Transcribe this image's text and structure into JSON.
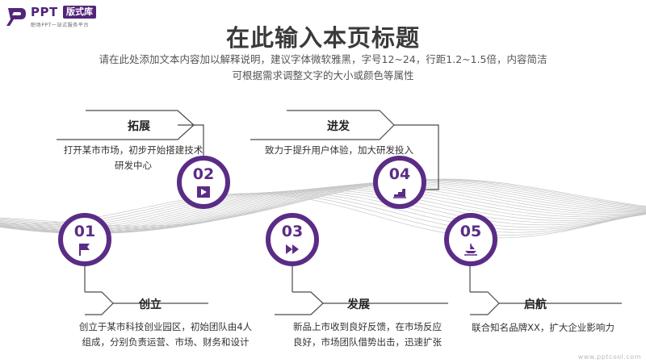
{
  "logo": {
    "brand": "PPT",
    "badge": "版式库",
    "slogan": "职场PPT一站式服务平台"
  },
  "title": "在此输入本页标题",
  "subtitle_lines": [
    "请在此处添加文本内容加以解释说明，建议字体微软雅黑，字号12~24，行距1.2~1.5倍，内容简洁",
    "可根据需求调整文字的大小或颜色等属性"
  ],
  "accent_color": "#5b2c86",
  "milestones": [
    {
      "number": "01",
      "label": "创立",
      "icon": "flag-icon",
      "desc_lines": [
        "创立于某市科技创业园区，初始团队由4人",
        "组成，分别负责运营、市场、财务和设计"
      ]
    },
    {
      "number": "02",
      "label": "拓展",
      "icon": "play-icon",
      "desc_lines": [
        "打开某市市场，初步开始搭建技术",
        "研发中心"
      ]
    },
    {
      "number": "03",
      "label": "发展",
      "icon": "fast-forward-icon",
      "desc_lines": [
        "新品上市收到良好反馈，在市场反应",
        "良好，市场团队借势出击，迅速扩张"
      ]
    },
    {
      "number": "04",
      "label": "进发",
      "icon": "growth-chart-icon",
      "desc_lines": [
        "致力于提升用户体验，加大研发投入"
      ]
    },
    {
      "number": "05",
      "label": "启航",
      "icon": "ship-icon",
      "desc_lines": [
        "联合知名品牌XX，扩大企业影响力"
      ]
    }
  ],
  "watermark": "www.pptcool.com"
}
